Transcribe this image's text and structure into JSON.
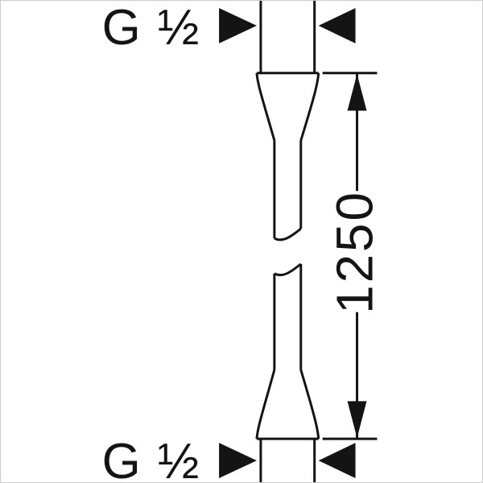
{
  "page": {
    "background_color": "#ffffff",
    "border_color": "#cccccc",
    "line_color": "#141414"
  },
  "drawing": {
    "top_thread_label": "G ½",
    "bottom_thread_label": "G ½",
    "length_label": "1250"
  }
}
